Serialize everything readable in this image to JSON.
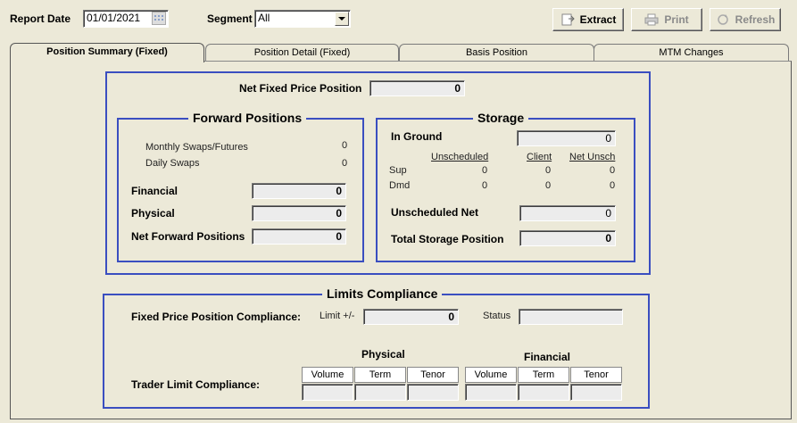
{
  "header": {
    "report_date_label": "Report Date",
    "report_date_value": "01/01/2021",
    "segment_label": "Segment",
    "segment_value": "All",
    "extract_label": "Extract",
    "print_label": "Print",
    "refresh_label": "Refresh"
  },
  "tabs": [
    "Position Summary (Fixed)",
    "Position Detail (Fixed)",
    "Basis Position",
    "MTM Changes"
  ],
  "summary": {
    "net_fixed_label": "Net Fixed Price Position",
    "net_fixed_value": "0"
  },
  "forward": {
    "title": "Forward Positions",
    "monthly_label": "Monthly Swaps/Futures",
    "monthly_value": "0",
    "daily_label": "Daily Swaps",
    "daily_value": "0",
    "financial_label": "Financial",
    "financial_value": "0",
    "physical_label": "Physical",
    "physical_value": "0",
    "net_label": "Net Forward Positions",
    "net_value": "0"
  },
  "storage": {
    "title": "Storage",
    "in_ground_label": "In Ground",
    "in_ground_value": "0",
    "col_unscheduled": "Unscheduled",
    "col_client": "Client",
    "col_net_unsch": "Net Unsch",
    "sup_label": "Sup",
    "sup_values": [
      "0",
      "0",
      "0"
    ],
    "dmd_label": "Dmd",
    "dmd_values": [
      "0",
      "0",
      "0"
    ],
    "unscheduled_net_label": "Unscheduled Net",
    "unscheduled_net_value": "0",
    "total_label": "Total Storage Position",
    "total_value": "0"
  },
  "limits": {
    "title": "Limits Compliance",
    "fixed_label": "Fixed Price Position Compliance:",
    "limit_label": "Limit +/-",
    "limit_value": "0",
    "status_label": "Status",
    "status_value": "",
    "trader_label": "Trader Limit Compliance:",
    "physical_label": "Physical",
    "financial_label": "Financial",
    "col_volume": "Volume",
    "col_term": "Term",
    "col_tenor": "Tenor"
  },
  "colors": {
    "accent": "#3a4ec0",
    "background": "#ece9d8"
  }
}
